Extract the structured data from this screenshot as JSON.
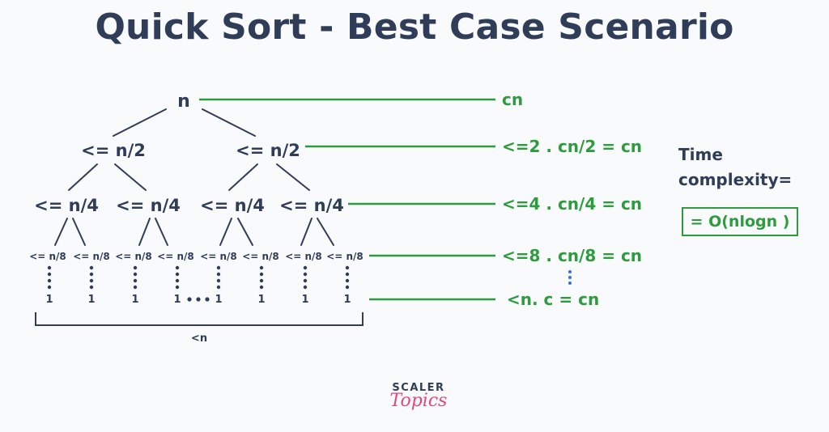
{
  "title": "Quick Sort - Best Case Scenario",
  "tree": {
    "root": "n",
    "level1": [
      "<= n/2",
      "<= n/2"
    ],
    "level2": [
      "<= n/4",
      "<= n/4",
      "<= n/4",
      "<= n/4"
    ],
    "level3": [
      "<= n/8",
      "<= n/8",
      "<= n/8",
      "<= n/8",
      "<= n/8",
      "<= n/8",
      "<= n/8",
      "<= n/8"
    ],
    "leaves": [
      "1",
      "1",
      "1",
      "1",
      "1",
      "1",
      "1",
      "1"
    ],
    "leaf_brace_label": "<n"
  },
  "costs": [
    "cn",
    "<=2 . cn/2 = cn",
    "<=4 . cn/4 = cn",
    "<=8 . cn/8 = cn",
    "<n. c = cn"
  ],
  "time_complexity": {
    "label": "Time complexity=",
    "value": "= O(nlogn )"
  },
  "logo": {
    "top": "SCALER",
    "bottom": "Topics"
  },
  "colors": {
    "dark": "#2f3d58",
    "green": "#2e9b3f",
    "pink": "#e0487f",
    "dots_blue": "#3c6fd6"
  }
}
